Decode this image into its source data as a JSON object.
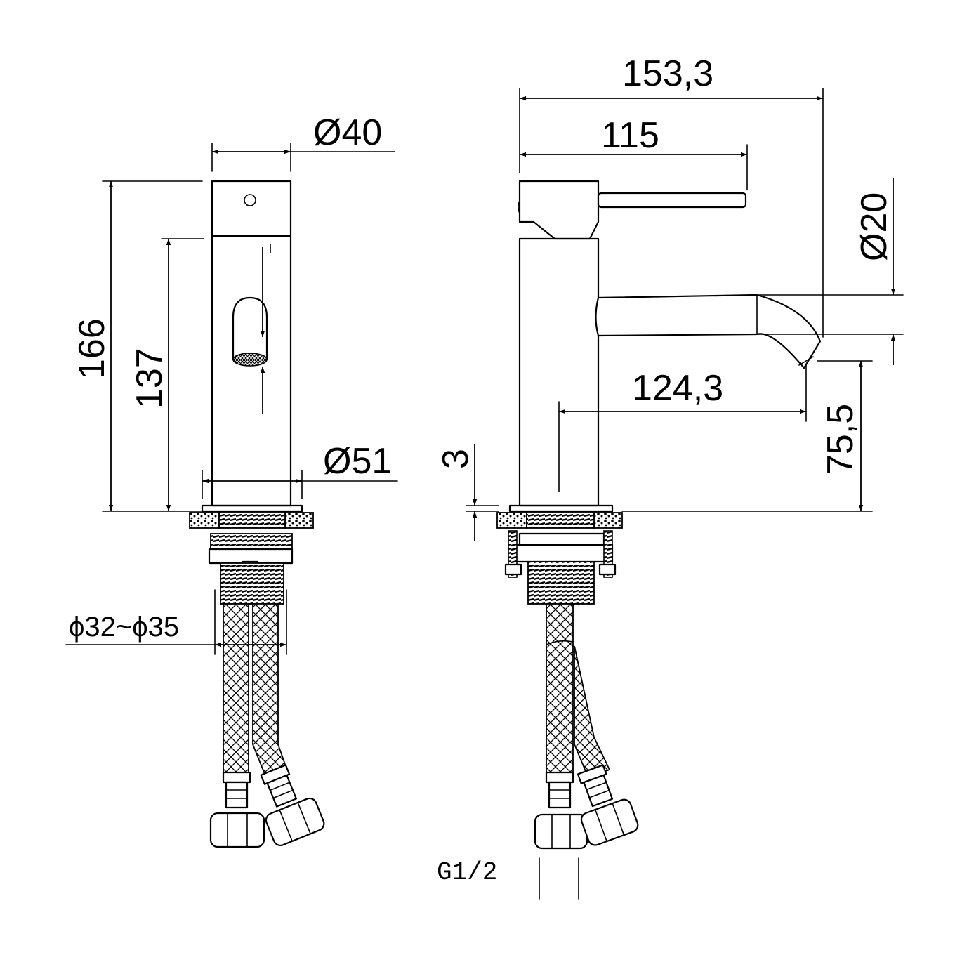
{
  "dimensions": {
    "front_top_diameter": "Ø40",
    "front_base_diameter": "Ø51",
    "front_total_height": "166",
    "front_body_height": "137",
    "hole_range": "ϕ32~ϕ35",
    "side_total_length": "153,3",
    "side_handle_length": "115",
    "side_spout_reach": "124,3",
    "spout_diameter": "Ø20",
    "spout_outlet_height": "75,5",
    "base_thickness": "3",
    "connection_thread": "G1/2"
  },
  "colors": {
    "line": "#000000",
    "background": "#ffffff"
  }
}
